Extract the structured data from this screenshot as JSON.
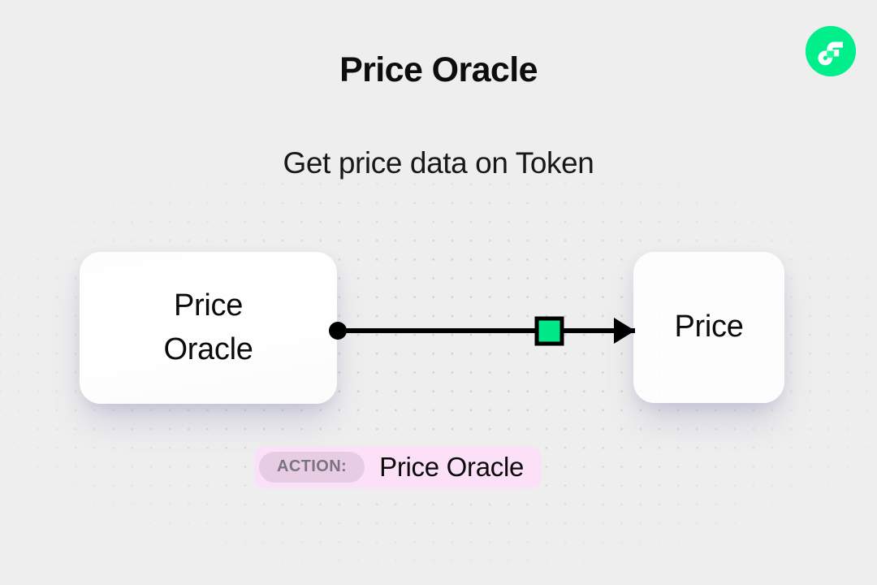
{
  "header": {
    "title": "Price Oracle",
    "subtitle": "Get price data on Token",
    "logo_icon": "flow-logo-icon"
  },
  "diagram": {
    "source_node": {
      "label": "Price\nOracle",
      "output_port_icon": "output-port-dot-icon"
    },
    "target_node": {
      "label": "Price"
    },
    "edge": {
      "midpoint_icon": "green-square-node-icon",
      "arrow_icon": "arrow-head-icon"
    }
  },
  "action_badge": {
    "tag": "ACTION:",
    "value": "Price Oracle"
  },
  "colors": {
    "brand_green": "#00EF8B",
    "node_green": "#00E887",
    "badge_pink": "#FBE0F7",
    "badge_tag": "#E7CDE3",
    "background": "#EEEEEE",
    "line_black": "#000000"
  }
}
